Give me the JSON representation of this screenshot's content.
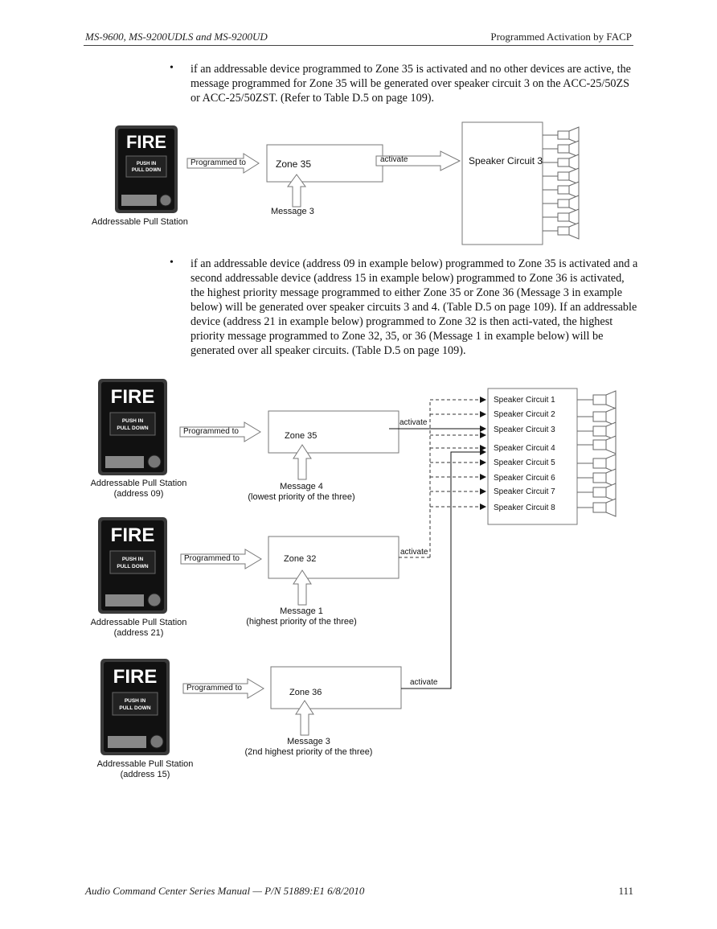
{
  "header": {
    "left": "MS-9600, MS-9200UDLS and MS-9200UD",
    "right": "Programmed Activation by FACP"
  },
  "bullets": [
    {
      "symbol": "•",
      "text": "if an addressable device programmed to Zone 35 is activated and no other devices are active, the message programmed for Zone 35 will be generated over speaker circuit 3 on the ACC-25/50ZS or ACC-25/50ZST. (Refer to Table D.5 on page 109)."
    },
    {
      "symbol": "•",
      "text": "if an addressable device (address 09 in example below) programmed to Zone 35 is activated and a second addressable device (address 15 in example below) programmed to Zone 36 is activated, the highest priority message programmed to either Zone 35 or Zone 36 (Message 3 in example below) will be generated over speaker circuits 3 and 4. (Table D.5 on page 109).  If an addressable device (address 21 in example below) programmed to Zone 32 is then acti-vated, the highest priority message programmed to Zone 32, 35, or 36 (Message 1 in example below) will be generated over all speaker circuits.  (Table D.5 on page 109)."
    }
  ],
  "pull_station_face": {
    "fire": "FIRE",
    "push_in": "PUSH  IN",
    "pull_down": "PULL DOWN"
  },
  "diagram1": {
    "station_label": "Addressable Pull Station",
    "programmed_to": "Programmed to",
    "zone": "Zone 35",
    "activate": "activate",
    "message": "Message 3",
    "speaker": "Speaker Circuit 3"
  },
  "diagram2": {
    "programmed_to": "Programmed to",
    "activate": "activate",
    "stations": [
      {
        "label": "Addressable Pull Station",
        "address": "(address 09)",
        "zone": "Zone 35",
        "message": "Message 4",
        "priority": "(lowest priority of the three)"
      },
      {
        "label": "Addressable Pull Station",
        "address": "(address 21)",
        "zone": "Zone 32",
        "message": "Message 1",
        "priority": "(highest priority of the three)"
      },
      {
        "label": "Addressable Pull Station",
        "address": "(address 15)",
        "zone": "Zone 36",
        "message": "Message 3",
        "priority": "(2nd highest priority of the three)"
      }
    ],
    "speaker_circuits": [
      "Speaker Circuit 1",
      "Speaker Circuit 2",
      "Speaker Circuit 3",
      "Speaker Circuit 4",
      "Speaker Circuit 5",
      "Speaker Circuit 6",
      "Speaker Circuit 7",
      "Speaker Circuit 8"
    ]
  },
  "footer": {
    "left": "Audio Command Center Series Manual — P/N 51889:E1  6/8/2010",
    "right": "111"
  }
}
